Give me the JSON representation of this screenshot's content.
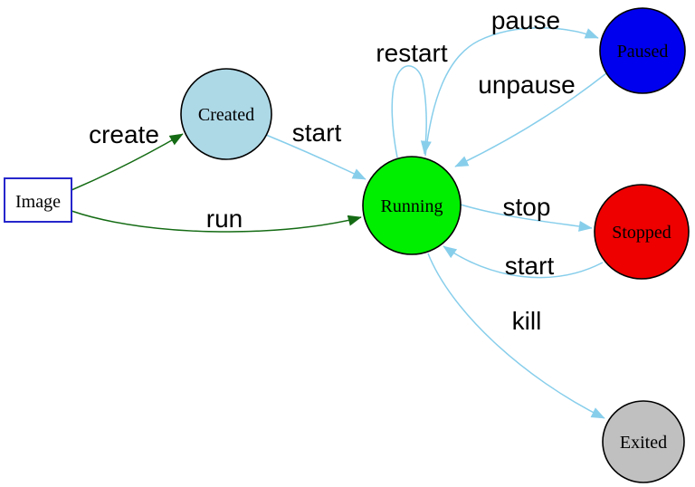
{
  "diagram": {
    "kind": "state-transition-diagram",
    "background": "#ffffff",
    "edge_color_lifecycle": "#87ceeb",
    "edge_color_creation": "#146b14"
  },
  "nodes": [
    {
      "id": "image",
      "label": "Image",
      "shape": "box",
      "fill": "#ffffff",
      "border": "#2626cc"
    },
    {
      "id": "created",
      "label": "Created",
      "shape": "circle",
      "fill": "#add8e6",
      "border": "#000000"
    },
    {
      "id": "running",
      "label": "Running",
      "shape": "circle",
      "fill": "#00ee00",
      "border": "#000000"
    },
    {
      "id": "paused",
      "label": "Paused",
      "shape": "circle",
      "fill": "#0000ee",
      "border": "#000000"
    },
    {
      "id": "stopped",
      "label": "Stopped",
      "shape": "circle",
      "fill": "#ee0000",
      "border": "#000000"
    },
    {
      "id": "exited",
      "label": "Exited",
      "shape": "circle",
      "fill": "#c0c0c0",
      "border": "#000000"
    }
  ],
  "edges": [
    {
      "label": "create",
      "from": "image",
      "to": "created",
      "color": "#146b14"
    },
    {
      "label": "run",
      "from": "image",
      "to": "running",
      "color": "#146b14"
    },
    {
      "label": "start",
      "from": "created",
      "to": "running",
      "color": "#87ceeb"
    },
    {
      "label": "restart",
      "from": "running",
      "to": "running",
      "color": "#87ceeb"
    },
    {
      "label": "pause",
      "from": "running",
      "to": "paused",
      "color": "#87ceeb"
    },
    {
      "label": "unpause",
      "from": "paused",
      "to": "running",
      "color": "#87ceeb"
    },
    {
      "label": "stop",
      "from": "running",
      "to": "stopped",
      "color": "#87ceeb"
    },
    {
      "label": "start",
      "from": "stopped",
      "to": "running",
      "color": "#87ceeb"
    },
    {
      "label": "kill",
      "from": "running",
      "to": "exited",
      "color": "#87ceeb"
    }
  ]
}
